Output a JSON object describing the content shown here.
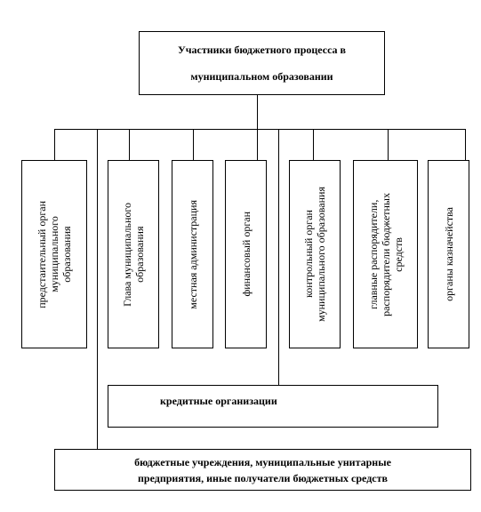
{
  "title": {
    "line1": "Участники бюджетного процесса в",
    "line2": "муниципальном образовании"
  },
  "participants": [
    "предстаительный орган\nмуниципального\nобразования",
    "Глава муниципального\nобразования",
    "местная администрация",
    "финансовый орган",
    "контрольный орган\nмуниципального образования",
    "главные распорядители,\nраспорядители бюджетных\nсредств",
    "органы казначейства"
  ],
  "credit_organizations": "кредитные организации",
  "recipients": {
    "line1": "бюджетные учреждения, муниципальные унитарные",
    "line2": "предприятия, иные получатели бюджетных средств"
  }
}
